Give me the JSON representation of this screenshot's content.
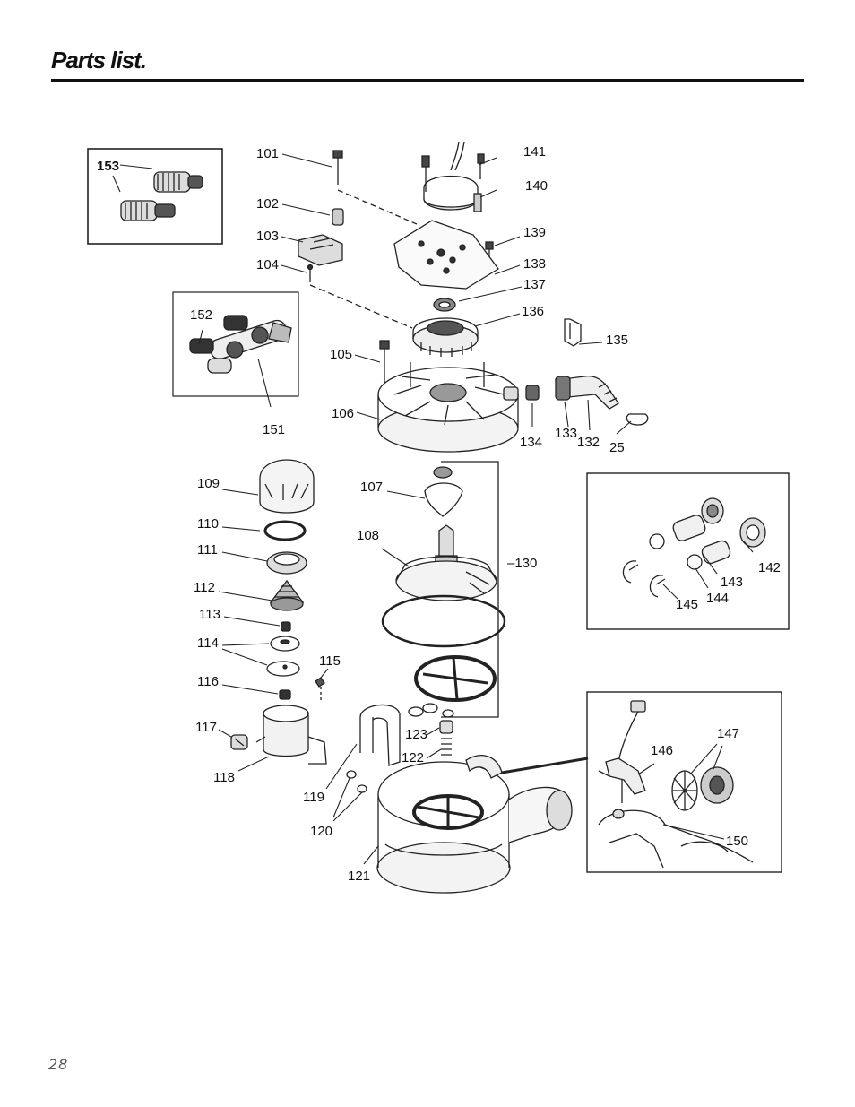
{
  "page": {
    "title": "Parts list.",
    "page_number": "28"
  },
  "callouts": {
    "p25": "25",
    "p101": "101",
    "p102": "102",
    "p103": "103",
    "p104": "104",
    "p105": "105",
    "p106": "106",
    "p107": "107",
    "p108": "108",
    "p109": "109",
    "p110": "110",
    "p111": "111",
    "p112": "112",
    "p113": "113",
    "p114": "114",
    "p115": "115",
    "p116": "116",
    "p117": "117",
    "p118": "118",
    "p119": "119",
    "p120": "120",
    "p121": "121",
    "p122": "122",
    "p123": "123",
    "p130": "–130",
    "p132": "132",
    "p133": "133",
    "p134": "134",
    "p135": "135",
    "p136": "136",
    "p137": "137",
    "p138": "138",
    "p139": "139",
    "p140": "140",
    "p141": "141",
    "p142": "142",
    "p143": "143",
    "p144": "144",
    "p145": "145",
    "p146": "146",
    "p147": "147",
    "p150": "150",
    "p151": "151",
    "p152": "152",
    "p153": "153"
  }
}
